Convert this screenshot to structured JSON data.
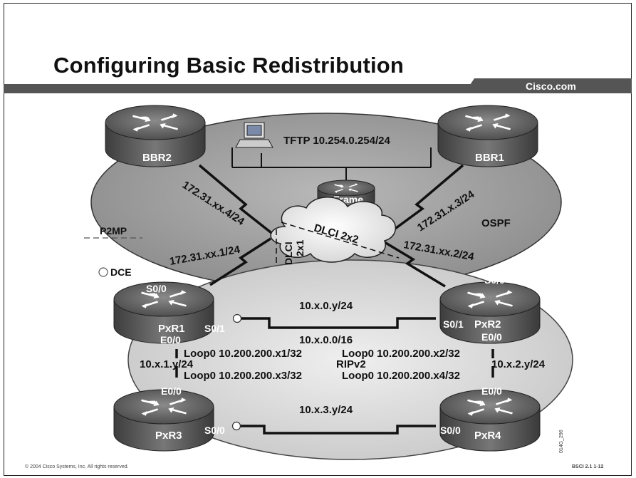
{
  "slide": {
    "title": "Configuring Basic Redistribution",
    "brand": "Cisco.com",
    "footer_left": "© 2004 Cisco Systems, Inc. All rights reserved.",
    "footer_right": "BSCI 2.1   1-12"
  },
  "diagram": {
    "routers": {
      "bbr2": "BBR2",
      "bbr1": "BBR1",
      "frame": "Frame",
      "pxr1": "PxR1",
      "pxr2": "PxR2",
      "pxr3": "PxR3",
      "pxr4": "PxR4"
    },
    "tftp": "TFTP 10.254.0.254/24",
    "ospf": "OSPF",
    "p2mp": "P2MP",
    "dce": "DCE",
    "links": {
      "bbr2_wan": "172.31.xx.4/24",
      "bbr1_wan": "172.31.x.3/24",
      "pxr1_wan": "172.31.xx.1/24",
      "pxr2_wan": "172.31.xx.2/24",
      "dlci_2x2": "DLCI 2x2",
      "dlci_2x1_a": "DLCI",
      "dlci_2x1_b": "2x1",
      "net_0": "10.x.0.y/24",
      "net_summary": "10.x.0.0/16",
      "net_1": "10.x.1.y/24",
      "net_2": "10.x.2.y/24",
      "net_3": "10.x.3.y/24",
      "rip": "RIPv2"
    },
    "loops": {
      "x1": "Loop0 10.200.200.x1/32",
      "x2": "Loop0 10.200.200.x2/32",
      "x3": "Loop0 10.200.200.x3/32",
      "x4": "Loop0 10.200.200.x4/32"
    },
    "interfaces": {
      "pxr1_s00": "S0/0",
      "pxr1_s01": "S0/1",
      "pxr1_e00": "E0/0",
      "pxr2_s00": "S0/0",
      "pxr2_s01": "S0/1",
      "pxr2_e00": "E0/0",
      "pxr3_e00": "E0/0",
      "pxr3_s00": "S0/0",
      "pxr4_e00": "E0/0",
      "pxr4_s00": "S0/0"
    },
    "figure_id": "014G_296"
  }
}
